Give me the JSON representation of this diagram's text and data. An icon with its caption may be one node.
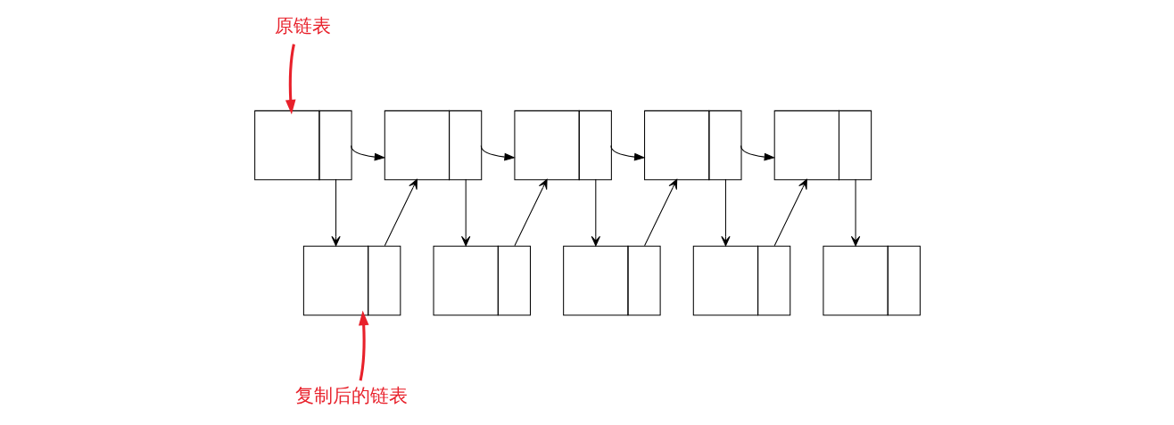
{
  "diagram": {
    "nodes": [
      {
        "text": [],
        "shape": "box"
      },
      {
        "text": [],
        "shape": "box"
      },
      {
        "text": [],
        "shape": "box"
      },
      {
        "text": [],
        "shape": "box"
      },
      {
        "text": [],
        "shape": "box"
      },
      {
        "text": [],
        "shape": "box"
      },
      {
        "text": [],
        "shape": "box"
      },
      {
        "text": [],
        "shape": "box"
      },
      {
        "text": [],
        "shape": "box"
      },
      {
        "text": [],
        "shape": "box"
      },
      {
        "text": [
          "原链表"
        ]
      },
      {
        "text": [
          "复制后的链表"
        ]
      }
    ],
    "edges": [
      {
        "from": 0,
        "to": 1,
        "arrow": "to"
      },
      {
        "from": 1,
        "to": 2,
        "arrow": "to"
      },
      {
        "from": 2,
        "to": 3,
        "arrow": "to"
      },
      {
        "from": 3,
        "to": 4,
        "arrow": "to"
      },
      {
        "from": 0,
        "to": 5,
        "arrow": "to"
      },
      {
        "from": 5,
        "to": 1,
        "arrow": "to"
      },
      {
        "from": 1,
        "to": 6,
        "arrow": "to"
      },
      {
        "from": 6,
        "to": 2,
        "arrow": "to"
      },
      {
        "from": 2,
        "to": 7,
        "arrow": "to"
      },
      {
        "from": 7,
        "to": 3,
        "arrow": "to"
      },
      {
        "from": 3,
        "to": 8,
        "arrow": "to"
      },
      {
        "from": 8,
        "to": 4,
        "arrow": "to"
      },
      {
        "from": 4,
        "to": 9,
        "arrow": "to"
      },
      {
        "from": 10,
        "to": 0,
        "arrow": "to",
        "style": "thick",
        "color": "#e8212b"
      },
      {
        "from": 11,
        "to": 5,
        "arrow": "to",
        "style": "thick",
        "color": "#e8212b"
      }
    ]
  }
}
